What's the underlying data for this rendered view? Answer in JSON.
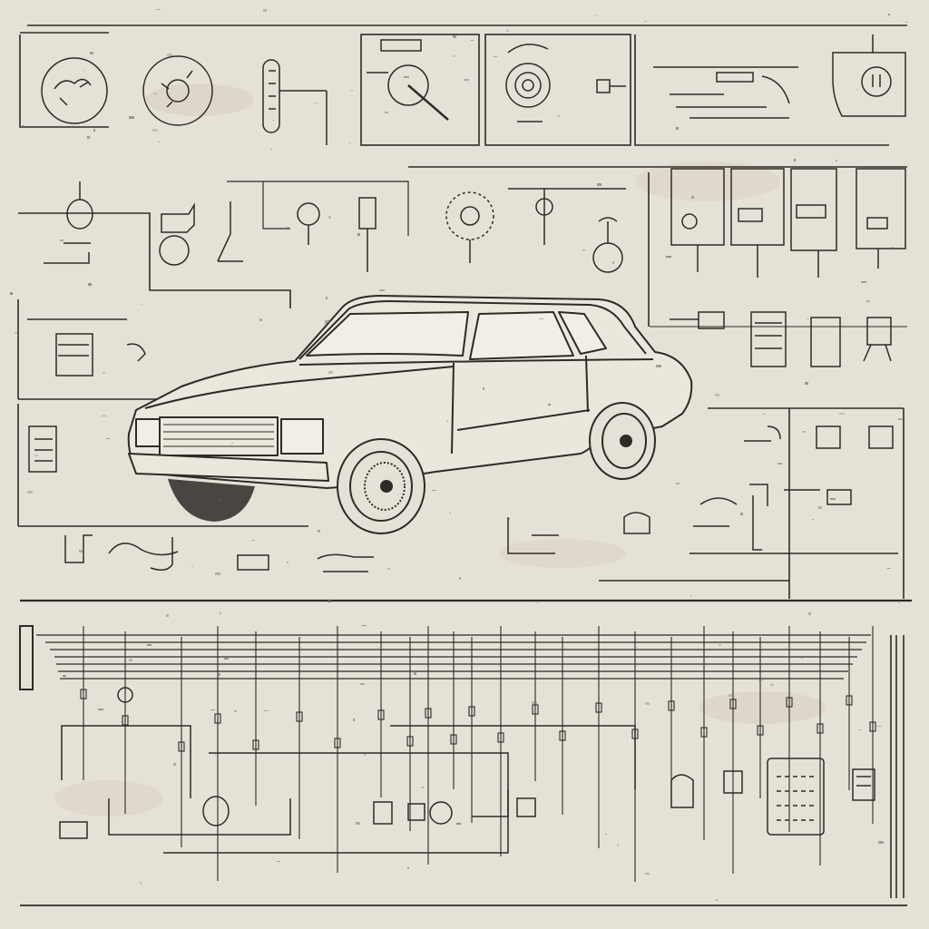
{
  "sheet": {
    "paper_color": "#e6e1d6",
    "ink_color": "#2e2a26",
    "faint_ink_color": "#6f6a63",
    "stain_color": "#d2ccbf"
  },
  "components": {
    "top_row": [
      "gauge-dial",
      "gauge-dial",
      "relay",
      "distributor",
      "horn",
      "sensor",
      "switch-block",
      "horn-relay"
    ],
    "middle_row": [
      "sensor",
      "bracket",
      "bracket",
      "lamp",
      "connector",
      "alternator",
      "bulb",
      "bulb",
      "relay",
      "relay",
      "relay",
      "relay"
    ],
    "right_panel": [
      "fuse-block",
      "relay",
      "relay",
      "module",
      "switch"
    ],
    "harness_devices": [
      "lamp",
      "motor",
      "switch",
      "relay",
      "connector",
      "control-module",
      "fuse-panel"
    ]
  },
  "car": {
    "icon": "sedan-side-view-icon"
  }
}
